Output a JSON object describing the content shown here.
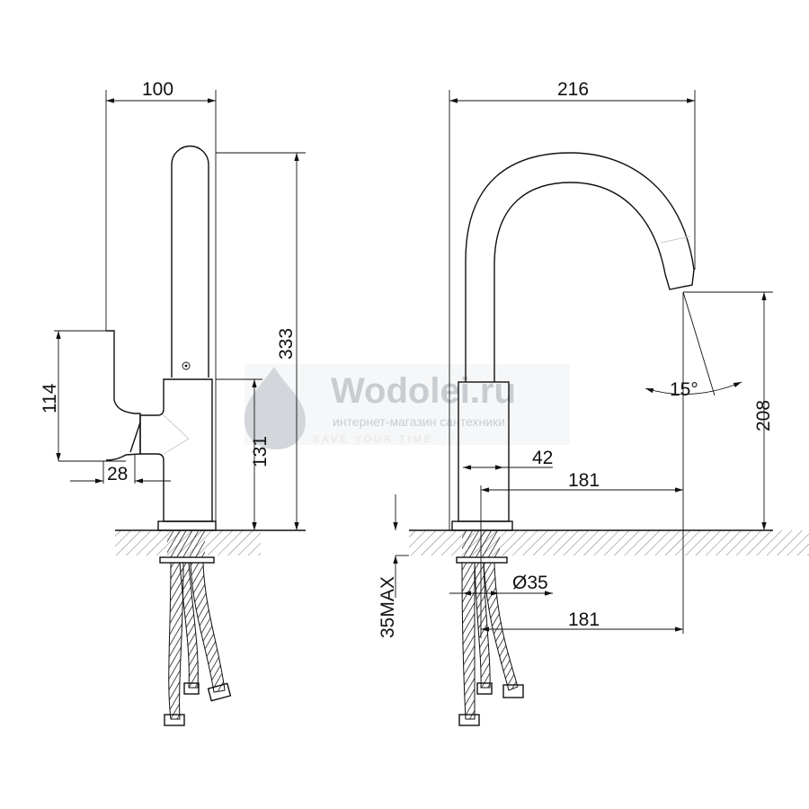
{
  "watermark": {
    "brand": "Wodolei.ru",
    "tagline": "интернет-магазин сантехники",
    "slogan": "SAVE YOUR TIME"
  },
  "side_view": {
    "width": "100",
    "height": "333",
    "handle_height": "114",
    "body_height": "131",
    "handle_depth": "28"
  },
  "front_view": {
    "width": "216",
    "spout_height": "208",
    "angle": "15°",
    "body_width": "42",
    "reach_top": "181",
    "reach_bottom": "181",
    "hole_diameter": "Ø35",
    "counter_max": "35MAX"
  }
}
